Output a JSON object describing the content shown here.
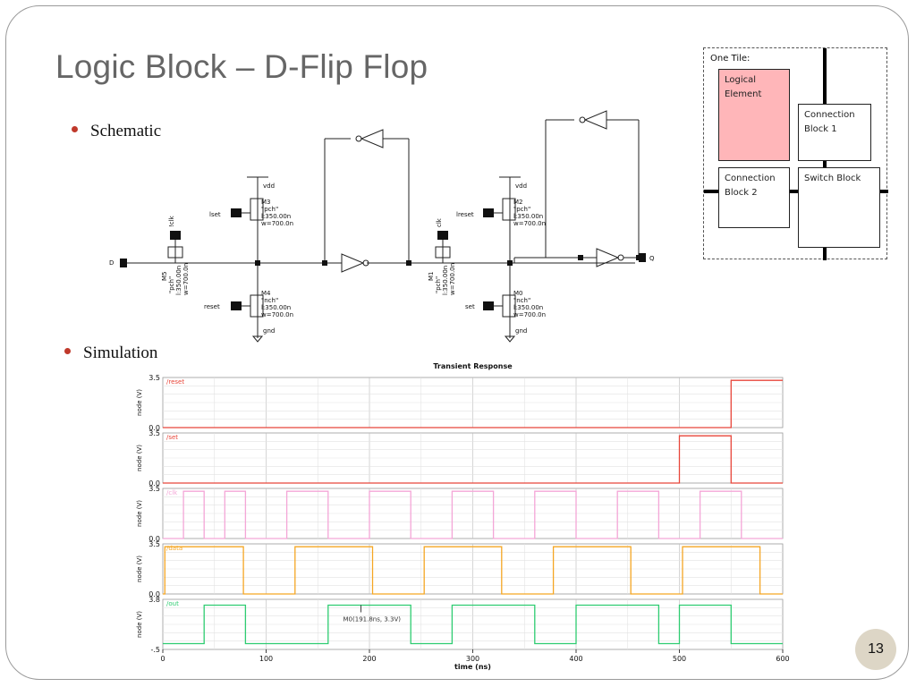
{
  "slide": {
    "title": "Logic Block – D-Flip Flop",
    "bullets": [
      "Schematic",
      "Simulation"
    ],
    "page_number": "13"
  },
  "tile_diagram": {
    "label": "One Tile:",
    "logical_element": "Logical Element",
    "connection_block_1": "Connection Block 1",
    "connection_block_2": "Connection Block 2",
    "switch_block": "Switch Block",
    "logic_fill": "#ffb6b9"
  },
  "schematic": {
    "input_d": "D",
    "output_q": "Q",
    "vdd": "vdd",
    "gnd": "gnd",
    "stage1": {
      "clk_label": "!clk",
      "set_label": "lset",
      "reset_label": "reset",
      "pmos_name": "M3",
      "pmos_model": "\"pch\"",
      "pmos_l": "l:350.00n",
      "pmos_w": "w=700.0n",
      "nmos_name": "M4",
      "nmos_model": "\"nch\"",
      "nmos_l": "l:350.00n",
      "nmos_w": "w=700.0n",
      "pass_name": "M5",
      "pass_model": "\"pch\"",
      "pass_l": "l:350.00n",
      "pass_w": "w=700.0n"
    },
    "stage2": {
      "clk_label": "clk",
      "set_label": "lreset",
      "reset_label": "set",
      "pmos_name": "M2",
      "pmos_model": "\"pch\"",
      "pmos_l": "l:350.00n",
      "pmos_w": "w=700.0n",
      "nmos_name": "M0",
      "nmos_model": "\"nch\"",
      "nmos_l": "l:350.00n",
      "nmos_w": "w=700.0n",
      "pass_name": "M1",
      "pass_model": "\"pch\"",
      "pass_l": "l:350.00n",
      "pass_w": "w=700.0n"
    }
  },
  "chart_data": {
    "type": "line",
    "title": "Transient Response",
    "xlabel": "time (ns)",
    "ylabel": "node (V)",
    "xlim": [
      0,
      600
    ],
    "x_ticks": [
      0,
      100,
      200,
      300,
      400,
      500,
      600
    ],
    "grid": true,
    "marker_annotation": "M0(191.8ns, 3.3V)",
    "marker": {
      "x": 191.8,
      "y": 3.3
    },
    "series": [
      {
        "name": "/reset",
        "color": "#e8463a",
        "ylim": [
          0,
          3.5
        ],
        "y_tick_labels": [
          "3.5",
          "0.0"
        ],
        "points": [
          [
            0,
            0
          ],
          [
            550,
            0
          ],
          [
            550,
            3.3
          ],
          [
            600,
            3.3
          ]
        ]
      },
      {
        "name": "/set",
        "color": "#e8463a",
        "ylim": [
          0,
          3.5
        ],
        "y_tick_labels": [
          "3.5",
          "0.0"
        ],
        "points": [
          [
            0,
            0
          ],
          [
            500,
            0
          ],
          [
            500,
            3.3
          ],
          [
            550,
            3.3
          ],
          [
            550,
            0
          ],
          [
            600,
            0
          ]
        ]
      },
      {
        "name": "/clk",
        "color": "#f4a6d7",
        "ylim": [
          0,
          3.5
        ],
        "y_tick_labels": [
          "3.5",
          "0.0"
        ],
        "points": [
          [
            0,
            0
          ],
          [
            20,
            0
          ],
          [
            20,
            3.3
          ],
          [
            40,
            3.3
          ],
          [
            40,
            0
          ],
          [
            60,
            0
          ],
          [
            60,
            3.3
          ],
          [
            80,
            3.3
          ],
          [
            80,
            0
          ],
          [
            120,
            0
          ],
          [
            120,
            3.3
          ],
          [
            160,
            3.3
          ],
          [
            160,
            0
          ],
          [
            200,
            0
          ],
          [
            200,
            3.3
          ],
          [
            240,
            3.3
          ],
          [
            240,
            0
          ],
          [
            280,
            0
          ],
          [
            280,
            3.3
          ],
          [
            320,
            3.3
          ],
          [
            320,
            0
          ],
          [
            360,
            0
          ],
          [
            360,
            3.3
          ],
          [
            400,
            3.3
          ],
          [
            400,
            0
          ],
          [
            440,
            0
          ],
          [
            440,
            3.3
          ],
          [
            480,
            3.3
          ],
          [
            480,
            0
          ],
          [
            520,
            0
          ],
          [
            520,
            3.3
          ],
          [
            560,
            3.3
          ],
          [
            560,
            0
          ],
          [
            600,
            0
          ]
        ]
      },
      {
        "name": "/data",
        "color": "#f5a623",
        "ylim": [
          0,
          3.5
        ],
        "y_tick_labels": [
          "3.5",
          "0.0"
        ],
        "points": [
          [
            0,
            0
          ],
          [
            2,
            0
          ],
          [
            2,
            3.3
          ],
          [
            78,
            3.3
          ],
          [
            78,
            0
          ],
          [
            128,
            0
          ],
          [
            128,
            3.3
          ],
          [
            203,
            3.3
          ],
          [
            203,
            0
          ],
          [
            253,
            0
          ],
          [
            253,
            3.3
          ],
          [
            328,
            3.3
          ],
          [
            328,
            0
          ],
          [
            378,
            0
          ],
          [
            378,
            3.3
          ],
          [
            453,
            3.3
          ],
          [
            453,
            0
          ],
          [
            503,
            0
          ],
          [
            503,
            3.3
          ],
          [
            578,
            3.3
          ],
          [
            578,
            0
          ],
          [
            600,
            0
          ]
        ]
      },
      {
        "name": "/out",
        "color": "#2ecc71",
        "ylim": [
          -0.5,
          3.8
        ],
        "y_tick_labels": [
          "3.8",
          "-.5"
        ],
        "points": [
          [
            0,
            0
          ],
          [
            40,
            0
          ],
          [
            40,
            3.3
          ],
          [
            80,
            3.3
          ],
          [
            80,
            0
          ],
          [
            160,
            0
          ],
          [
            160,
            3.3
          ],
          [
            240,
            3.3
          ],
          [
            240,
            0
          ],
          [
            280,
            0
          ],
          [
            280,
            3.3
          ],
          [
            360,
            3.3
          ],
          [
            360,
            0
          ],
          [
            400,
            0
          ],
          [
            400,
            3.3
          ],
          [
            480,
            3.3
          ],
          [
            480,
            0
          ],
          [
            500,
            0
          ],
          [
            500,
            3.3
          ],
          [
            550,
            3.3
          ],
          [
            550,
            0
          ],
          [
            600,
            0
          ]
        ]
      }
    ]
  }
}
